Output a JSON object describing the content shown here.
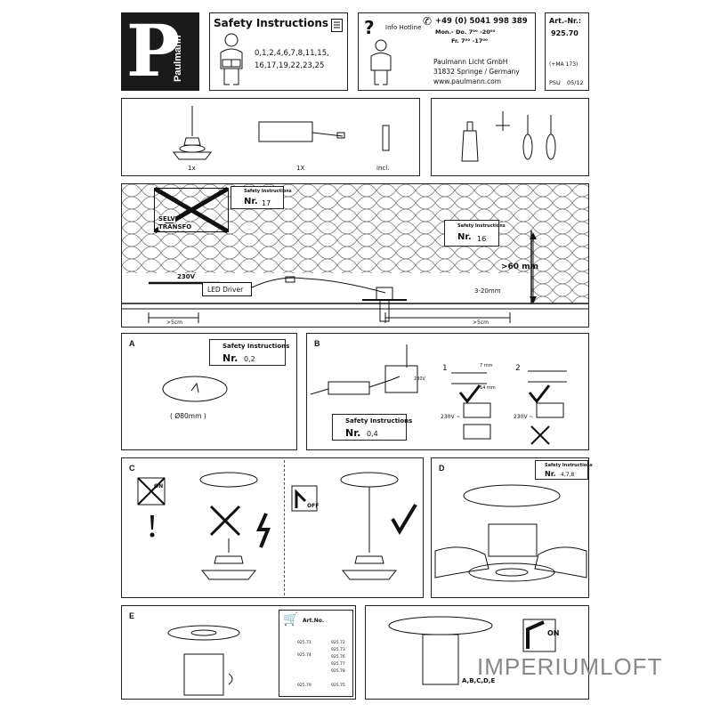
{
  "brand": {
    "letter": "P",
    "name": "Paulmann"
  },
  "safety": {
    "title": "Safety Instructions",
    "numbers_line1": "0,1,2,4,6,7,8,11,15,",
    "numbers_line2": "16,17,19,22,23,25"
  },
  "hotline": {
    "label": "Info Hotline",
    "phone": "+49 (0) 5041 998 389",
    "hours_mf": "Mon.- Do. 7⁰⁰ -20⁰⁰",
    "hours_fr": "Fr. 7⁰⁰ -17⁰⁰",
    "company": "Paulmann Licht GmbH",
    "address": "31832 Springe / Germany",
    "website": "www.paulmann.com"
  },
  "article": {
    "label": "Art.-Nr.:",
    "number": "925.70",
    "ma": "(+MA 173)",
    "psu": "PSU",
    "date": "05/12"
  },
  "contents": {
    "qty_light": "1x",
    "qty_driver": "1X",
    "incl": "incl."
  },
  "install": {
    "si_title": "Safety Instructions",
    "si_nr_label": "Nr.",
    "si_nr_17": "17",
    "si_nr_16": "16",
    "selv": "SELV",
    "transfo": "TRANSFO",
    "v230": "230V",
    "led_driver": "LED Driver",
    "min_height": ">60 mm",
    "thickness": "3-20mm",
    "dist_left": ">5cm",
    "dist_right": ">5cm"
  },
  "panel_a": {
    "letter": "A",
    "si_title": "Safety Instructions",
    "nr_label": "Nr.",
    "nr": "0,2",
    "diameter": "( Ø80mm )"
  },
  "panel_b": {
    "letter": "B",
    "si_title": "Safety Instructions",
    "nr_label": "Nr.",
    "nr": "0,4",
    "step1": "1",
    "step2": "2",
    "dim1": "7 mm",
    "dim2": "14 mm",
    "v230a": "230V ~",
    "v230b": "230V ~",
    "v230c": "230V"
  },
  "panel_c": {
    "letter": "C",
    "off": "OFF",
    "on": "ON"
  },
  "panel_d": {
    "letter": "D",
    "si_title": "Safety Instructions",
    "nr_label": "Nr.",
    "nr": "4,7,8"
  },
  "panel_e": {
    "letter": "E",
    "art_label": "Art.No.",
    "codes": [
      "925.71",
      "925.72",
      "925.73",
      "925.74",
      "925.76",
      "925.77",
      "925.78",
      "925.75",
      "925.79"
    ],
    "on": "ON",
    "refs": "A,B,C,D,E"
  },
  "watermark": {
    "part1": "IMPERIUM",
    "part2": "LOFT"
  }
}
